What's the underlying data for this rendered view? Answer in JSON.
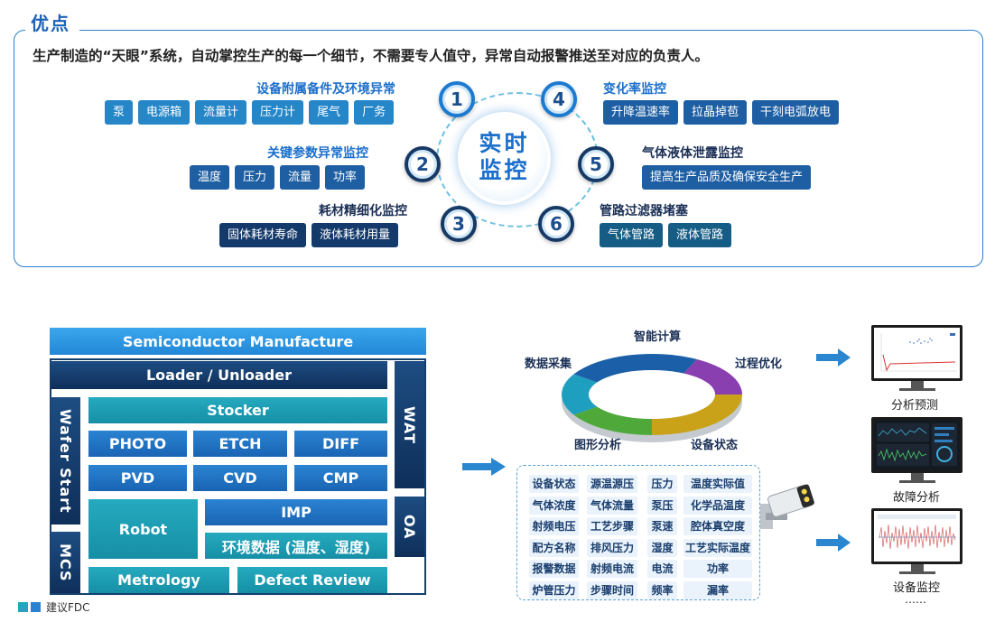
{
  "advantages": {
    "title": "优点",
    "description": "生产制造的“天眼”系统，自动掌控生产的每一个细节，不需要专人值守，异常自动报警推送至对应的负责人。",
    "center": [
      "实时",
      "监控"
    ],
    "groups": [
      {
        "num": "1",
        "title": "设备附属备件及环境异常",
        "tags": [
          "泵",
          "电源箱",
          "流量计",
          "压力计",
          "尾气",
          "厂务"
        ]
      },
      {
        "num": "2",
        "title": "关键参数异常监控",
        "tags": [
          "温度",
          "压力",
          "流量",
          "功率"
        ]
      },
      {
        "num": "3",
        "title": "耗材精细化监控",
        "tags": [
          "固体耗材寿命",
          "液体耗材用量"
        ]
      },
      {
        "num": "4",
        "title": "变化率监控",
        "tags": [
          "升降温速率",
          "拉晶掉苞",
          "干刻电弧放电"
        ]
      },
      {
        "num": "5",
        "title": "气体液体泄露监控",
        "tags": [
          "提高生产品质及确保安全生产"
        ]
      },
      {
        "num": "6",
        "title": "管路过滤器堵塞",
        "tags": [
          "气体管路",
          "液体管路"
        ]
      }
    ]
  },
  "architecture": {
    "header": "Semiconductor Manufacture",
    "loader": "Loader / Unloader",
    "wat": "WAT",
    "wafer_start": "Wafer Start",
    "mcs": "MCS",
    "oa": "OA",
    "stocker": "Stocker",
    "processes_row1": [
      "PHOTO",
      "ETCH",
      "DIFF"
    ],
    "processes_row2": [
      "PVD",
      "CVD",
      "CMP"
    ],
    "robot": "Robot",
    "imp": "IMP",
    "env": "环境数据 (温度、湿度)",
    "metrology": "Metrology",
    "defect_review": "Defect Review",
    "legend": "建议FDC"
  },
  "cycle": {
    "labels": [
      "智能计算",
      "过程优化",
      "设备状态",
      "图形分析",
      "数据采集"
    ],
    "colors": [
      "#1a5fa8",
      "#8a3fb0",
      "#c9a21a",
      "#4fa83a",
      "#1e9fc0"
    ]
  },
  "params": [
    [
      "设备状态",
      "源温源压",
      "压力",
      "温度实际值"
    ],
    [
      "气体浓度",
      "气体流量",
      "泵压",
      "化学品温度"
    ],
    [
      "射频电压",
      "工艺步骤",
      "泵速",
      "腔体真空度"
    ],
    [
      "配方名称",
      "排风压力",
      "湿度",
      "工艺实际温度"
    ],
    [
      "报警数据",
      "射频电流",
      "电流",
      "功率"
    ],
    [
      "炉管压力",
      "步骤时间",
      "频率",
      "漏率"
    ]
  ],
  "outputs": [
    "分析预测",
    "故障分析",
    "设备监控",
    "……"
  ]
}
